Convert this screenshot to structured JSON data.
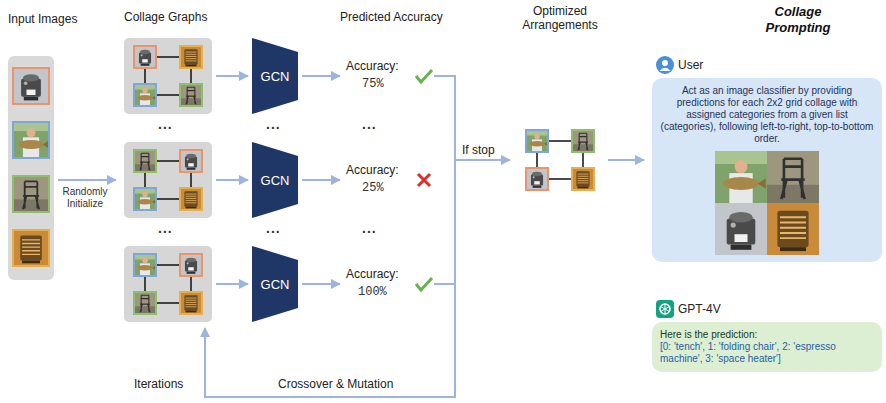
{
  "diagram": {
    "nodes": [
      {
        "text": [
          "Input Images"
        ]
      },
      {
        "text": [
          "GCN"
        ]
      },
      {
        "text": [
          "GCN"
        ]
      },
      {
        "text": [
          "GCN"
        ]
      },
      {
        "text": [
          "User",
          "Act as an image classifier by providing predictions for each 2x2 grid collage with assigned categories from a given list (categories), following left-to-right, top-to-bottom order."
        ]
      },
      {
        "text": [
          "GPT-4V",
          "Here is the prediction:",
          "[0: 'tench', 1: 'folding chair', 2: 'espresso machine', 3: 'space heater']"
        ]
      }
    ],
    "labels": [
      "Collage Graphs",
      "Predicted Accuracy",
      "Optimized Arrangements",
      "Collage Prompting",
      "Randomly Initialize",
      "...",
      "...",
      "...",
      "...",
      "...",
      "...",
      "Accuracy:",
      "75%",
      "Accuracy:",
      "25%",
      "Accuracy:",
      "100%",
      "If stop",
      "Crossover & Mutation",
      "Iterations"
    ]
  }
}
